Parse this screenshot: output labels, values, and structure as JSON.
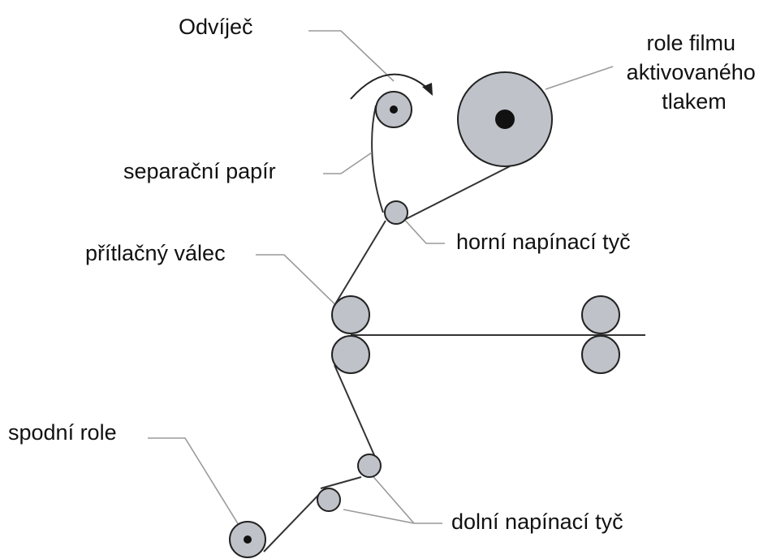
{
  "labels": {
    "unwinder": "Odvíječ",
    "film_roll": [
      "role filmu",
      "aktivovaného",
      "tlakem"
    ],
    "separation_paper": "separační papír",
    "upper_tension_bar": "horní napínací tyč",
    "pressure_roller": "přítlačný válec",
    "bottom_roll": "spodní role",
    "lower_tension_bar": "dolní napínací tyč"
  },
  "colors": {
    "roller_fill": "#bfc3c9",
    "outline": "#222222",
    "leader_line": "#9a9a9a",
    "hub": "#111111"
  },
  "icons": {
    "rotation": "curved-arrow-icon"
  }
}
